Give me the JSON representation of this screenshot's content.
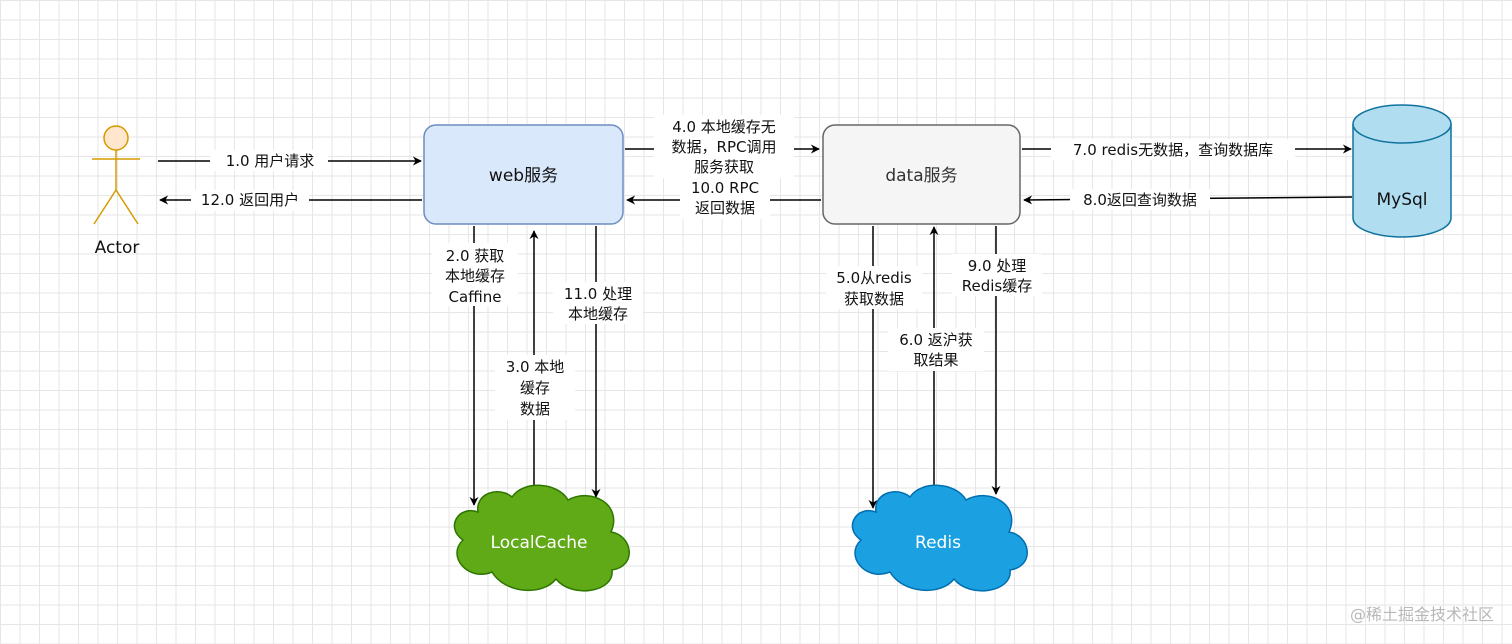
{
  "nodes": {
    "actor": "Actor",
    "web": "web服务",
    "data": "data服务",
    "mysql": "MySql",
    "local_cache": "LocalCache",
    "redis": "Redis"
  },
  "edges": {
    "e1": [
      "1.0  用户请求"
    ],
    "e12": [
      "12.0 返回用户"
    ],
    "e4": [
      "4.0 本地缓存无",
      "数据，RPC调用",
      "服务获取"
    ],
    "e10": [
      "10.0 RPC",
      "返回数据"
    ],
    "e7": [
      "7.0 redis无数据，查询数据库"
    ],
    "e8": [
      "8.0返回查询数据"
    ],
    "e2": [
      "2.0 获取",
      "本地缓存",
      "Caffine"
    ],
    "e3": [
      "3.0 本地",
      "缓存",
      "数据"
    ],
    "e11": [
      "11.0 处理",
      "本地缓存"
    ],
    "e5": [
      "5.0从redis",
      "获取数据"
    ],
    "e6": [
      "6.0 返沪获",
      "取结果"
    ],
    "e9": [
      "9.0 处理",
      "Redis缓存"
    ]
  },
  "watermark": "@稀土掘金技术社区",
  "colors": {
    "web_fill": "#dae8fc",
    "web_stroke": "#6c8ebf",
    "data_fill": "#f5f5f5",
    "data_stroke": "#666666",
    "mysql_fill": "#b1ddf0",
    "mysql_stroke": "#10739e",
    "localcache_fill": "#60a917",
    "localcache_stroke": "#2d7600",
    "redis_fill": "#1ba1e2",
    "redis_stroke": "#006eaf",
    "actor_fill": "#ffe6cc",
    "actor_stroke": "#d79b00"
  }
}
